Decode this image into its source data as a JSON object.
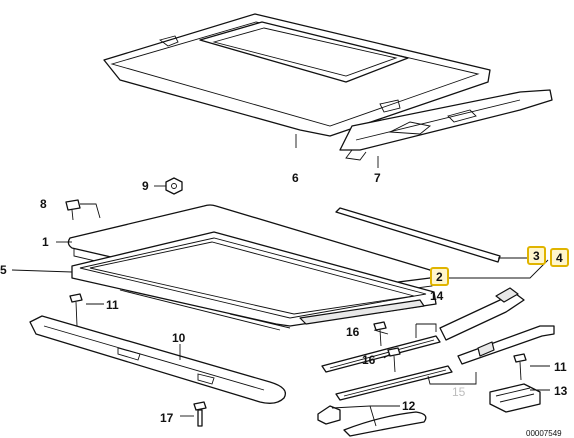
{
  "diagram": {
    "colors": {
      "highlight_fill": "#fff6cc",
      "highlight_stroke": "#e0b400",
      "ink": "#111111",
      "grey_label": "#bdbdbd"
    },
    "labels": {
      "p1": "1",
      "p2": "2",
      "p3": "3",
      "p4": "4",
      "p5": "5",
      "p6": "6",
      "p7": "7",
      "p8": "8",
      "p9": "9",
      "p10": "10",
      "p11a": "11",
      "p11b": "11",
      "p12": "12",
      "p13": "13",
      "p14": "14",
      "p15": "15",
      "p16a": "16",
      "p16b": "16",
      "p17": "17"
    },
    "highlighted": [
      "p2",
      "p3",
      "p4"
    ],
    "reference_number": "00007549"
  }
}
